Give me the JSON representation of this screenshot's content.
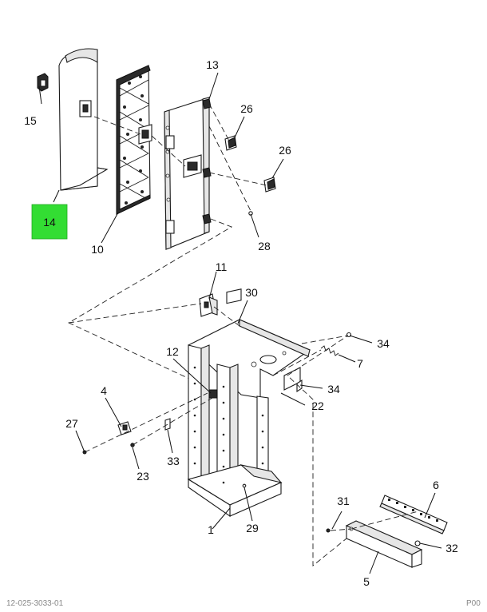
{
  "highlight_color": "#33dd33",
  "highlighted_callout": "14",
  "callouts": [
    {
      "id": "c1",
      "label": "1"
    },
    {
      "id": "c4",
      "label": "4"
    },
    {
      "id": "c5",
      "label": "5"
    },
    {
      "id": "c6",
      "label": "6"
    },
    {
      "id": "c7",
      "label": "7"
    },
    {
      "id": "c10",
      "label": "10"
    },
    {
      "id": "c11",
      "label": "11"
    },
    {
      "id": "c12",
      "label": "12"
    },
    {
      "id": "c13",
      "label": "13"
    },
    {
      "id": "c14",
      "label": "14"
    },
    {
      "id": "c15",
      "label": "15"
    },
    {
      "id": "c22",
      "label": "22"
    },
    {
      "id": "c23",
      "label": "23"
    },
    {
      "id": "c26a",
      "label": "26"
    },
    {
      "id": "c26b",
      "label": "26"
    },
    {
      "id": "c27",
      "label": "27"
    },
    {
      "id": "c28",
      "label": "28"
    },
    {
      "id": "c29",
      "label": "29"
    },
    {
      "id": "c30",
      "label": "30"
    },
    {
      "id": "c31",
      "label": "31"
    },
    {
      "id": "c32",
      "label": "32"
    },
    {
      "id": "c33",
      "label": "33"
    },
    {
      "id": "c34a",
      "label": "34"
    },
    {
      "id": "c34b",
      "label": "34"
    }
  ],
  "footer": {
    "left": "12-025-3033-01",
    "right": "P00"
  }
}
